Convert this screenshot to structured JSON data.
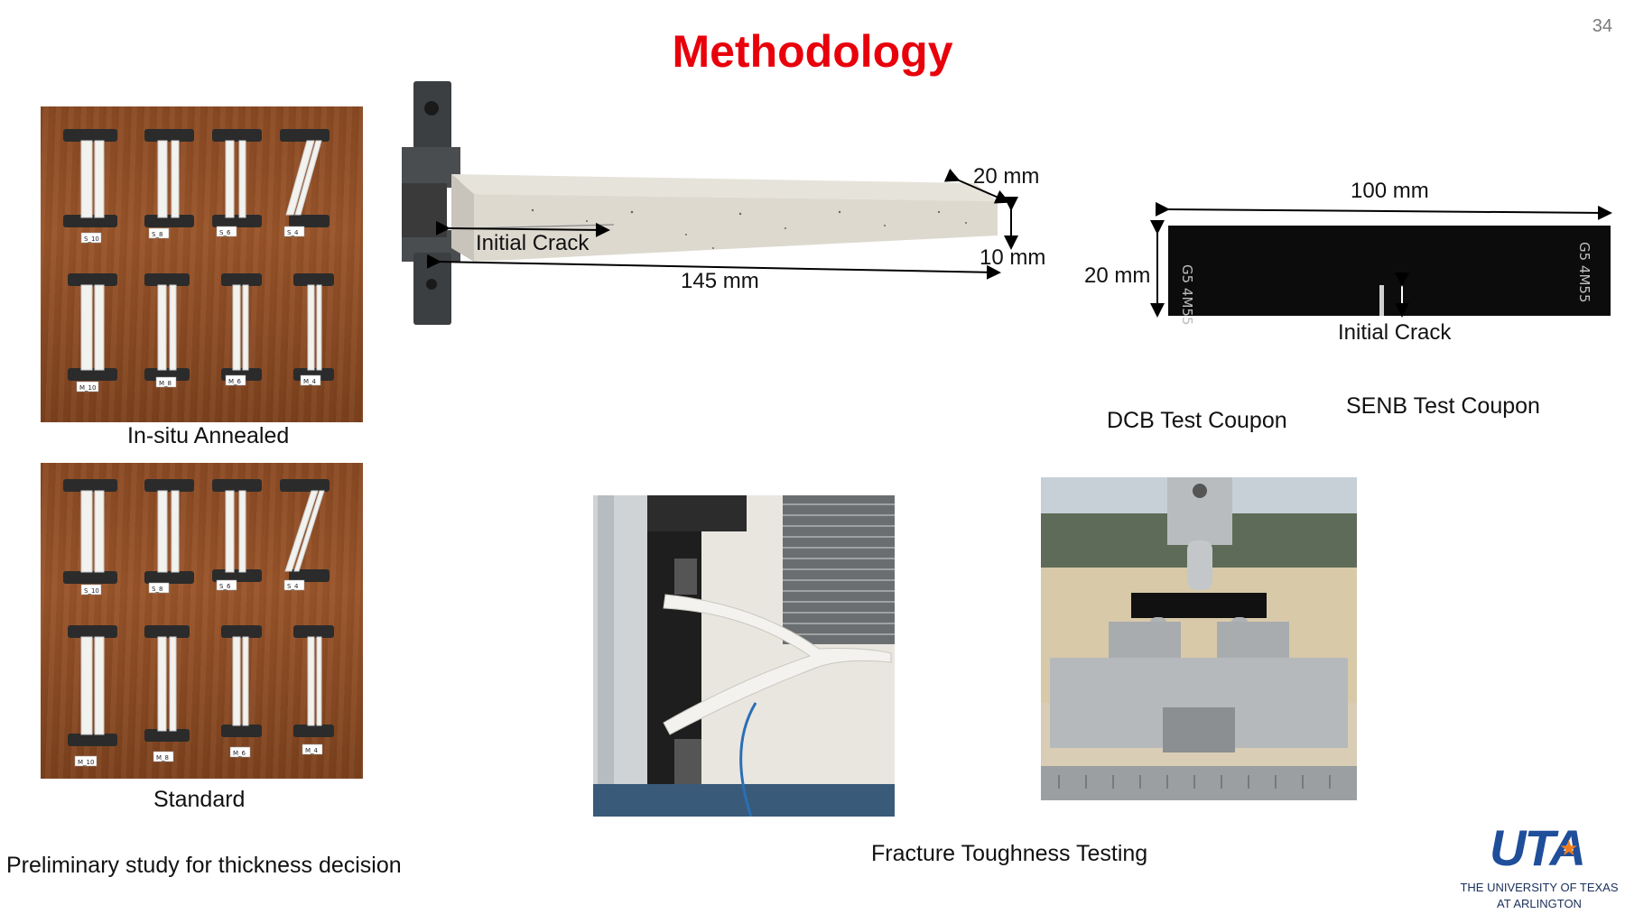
{
  "slide": {
    "title": "Methodology",
    "page_number": "34"
  },
  "left_panel": {
    "insitu_caption": "In-situ Annealed",
    "standard_caption": "Standard",
    "bottom_caption": "Preliminary study for thickness decision",
    "insitu_labels_top": [
      "S_10",
      "S_8",
      "S_6",
      "S_4"
    ],
    "insitu_labels_bottom": [
      "M_10",
      "M_8",
      "M_6",
      "M_4"
    ],
    "standard_labels_top": [
      "S_10",
      "S_8",
      "S_6",
      "S_4"
    ],
    "standard_labels_bottom": [
      "M_10",
      "M_8",
      "M_6",
      "M_4"
    ]
  },
  "dcb": {
    "dim_width": "20 mm",
    "dim_thickness": "10 mm",
    "dim_length": "145 mm",
    "crack_label": "Initial Crack",
    "caption": "DCB Test Coupon"
  },
  "senb": {
    "dim_length": "100 mm",
    "dim_height": "20 mm",
    "crack_label": "Initial Crack",
    "caption": "SENB Test Coupon",
    "coupon_mark_left": "G5 4M55",
    "coupon_mark_right": "G5 4M55"
  },
  "testing": {
    "caption": "Fracture Toughness Testing"
  },
  "logo": {
    "mark": "UTA",
    "line1": "THE UNIVERSITY OF TEXAS",
    "line2": "AT ARLINGTON",
    "color": "#1f4e9a",
    "star_color": "#f07c1b"
  },
  "colors": {
    "title": "#e8000b"
  }
}
